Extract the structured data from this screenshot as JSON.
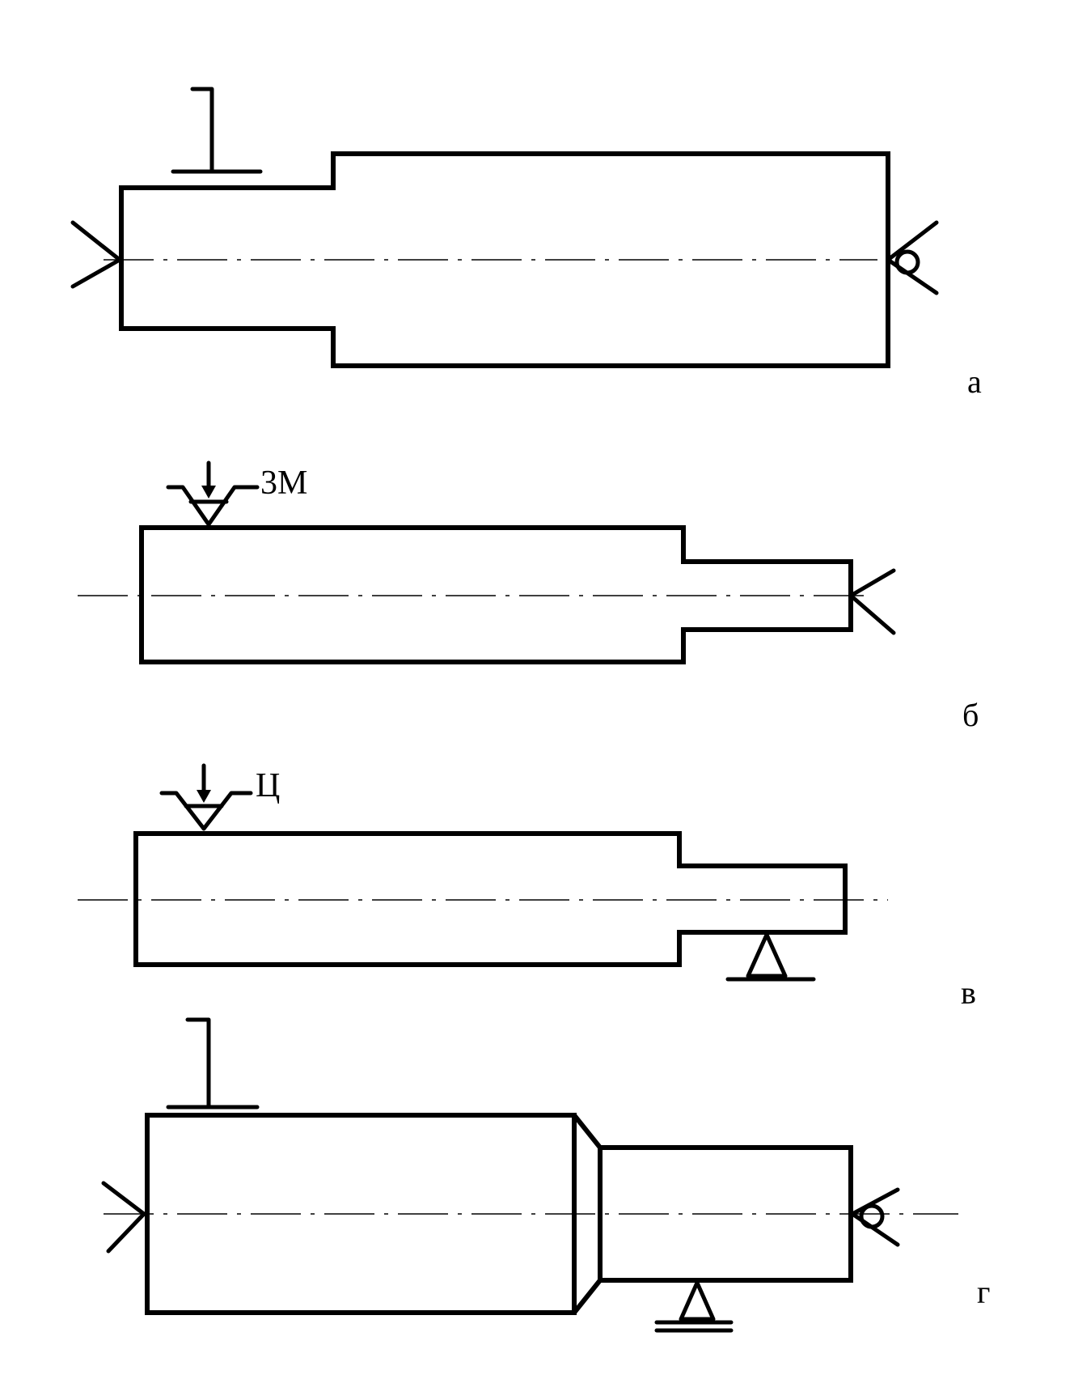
{
  "figure": {
    "panels": [
      {
        "id": "a",
        "label": "а"
      },
      {
        "id": "b",
        "label": "б",
        "surface_note": "3М"
      },
      {
        "id": "v",
        "label": "в",
        "surface_note": "Ц"
      },
      {
        "id": "g",
        "label": "г"
      }
    ]
  }
}
